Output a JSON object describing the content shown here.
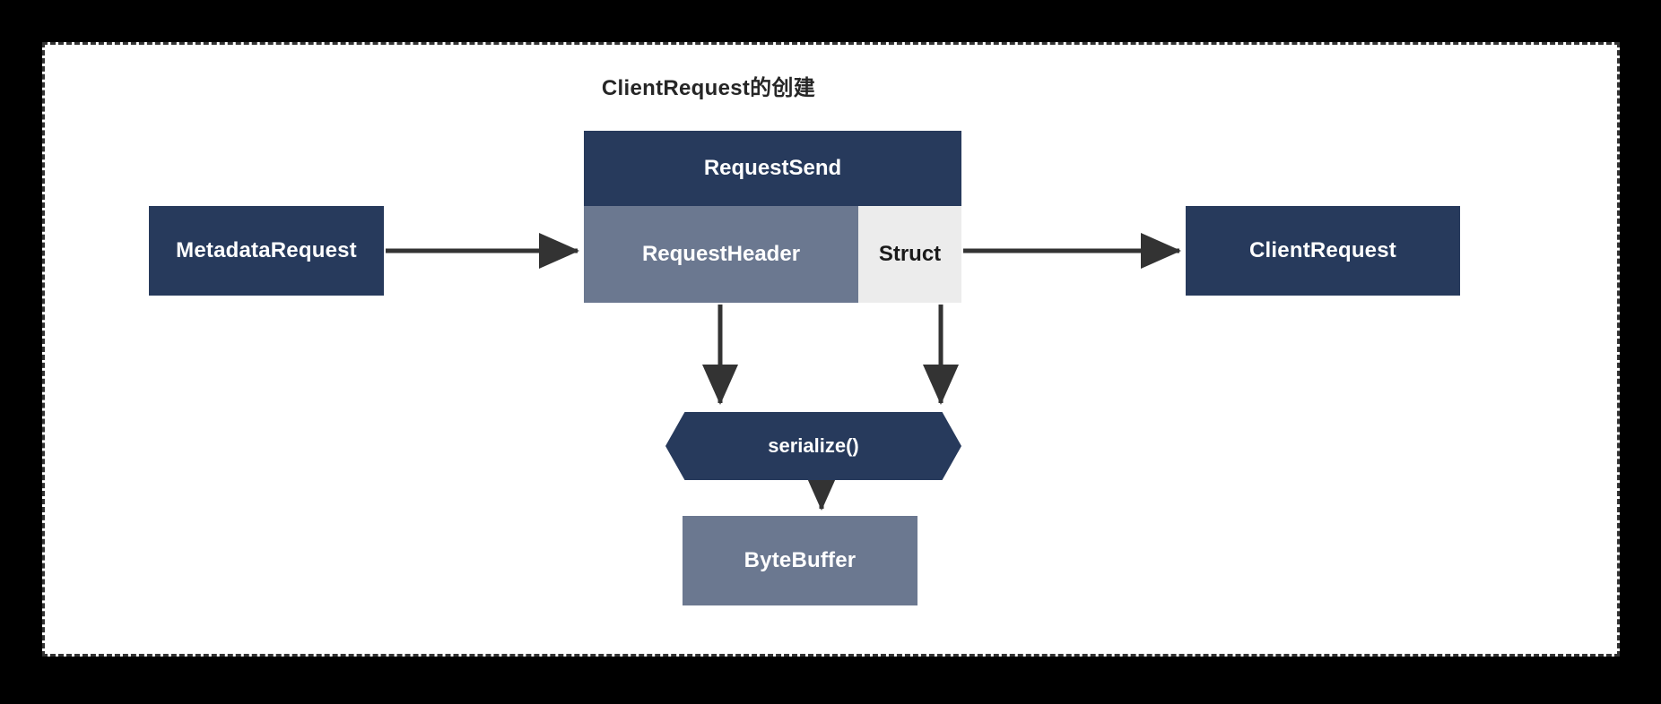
{
  "diagram": {
    "title": "ClientRequest的创建",
    "type": "flow-diagram",
    "canvas": {
      "background": "#ffffff",
      "border_style": "dashed",
      "border_color": "#333333",
      "outer_background": "#000000"
    },
    "palette": {
      "navy": "#273a5c",
      "slate": "#6b7890",
      "light_gray": "#ececec",
      "arrow": "#333333",
      "text_light": "#ffffff",
      "text_dark": "#1a1a1a"
    },
    "nodes": [
      {
        "id": "metadata-request",
        "label": "MetadataRequest",
        "shape": "rectangle",
        "fill": "#273a5c",
        "text_color": "#ffffff"
      },
      {
        "id": "request-send",
        "label": "RequestSend",
        "shape": "composite-rectangle",
        "fill": "#273a5c",
        "text_color": "#ffffff",
        "children": [
          {
            "id": "request-header",
            "label": "RequestHeader",
            "fill": "#6b7890",
            "text_color": "#ffffff"
          },
          {
            "id": "struct",
            "label": "Struct",
            "fill": "#ececec",
            "text_color": "#1a1a1a"
          }
        ]
      },
      {
        "id": "client-request",
        "label": "ClientRequest",
        "shape": "rectangle",
        "fill": "#273a5c",
        "text_color": "#ffffff"
      },
      {
        "id": "serialize",
        "label": "serialize()",
        "shape": "hexagon",
        "fill": "#273a5c",
        "text_color": "#ffffff"
      },
      {
        "id": "byte-buffer",
        "label": "ByteBuffer",
        "shape": "rectangle",
        "fill": "#6b7890",
        "text_color": "#ffffff"
      }
    ],
    "edges": [
      {
        "id": "edge-metadata-to-requestsend",
        "from": "metadata-request",
        "to": "request-send",
        "direction": "right",
        "label": ""
      },
      {
        "id": "edge-requestsend-to-clientrequest",
        "from": "request-send",
        "to": "client-request",
        "direction": "right",
        "label": ""
      },
      {
        "id": "edge-requestheader-to-serialize",
        "from": "request-header",
        "to": "serialize",
        "direction": "down",
        "label": ""
      },
      {
        "id": "edge-struct-to-serialize",
        "from": "struct",
        "to": "serialize",
        "direction": "down",
        "label": ""
      },
      {
        "id": "edge-serialize-to-bytebuffer",
        "from": "serialize",
        "to": "byte-buffer",
        "direction": "down",
        "label": ""
      }
    ]
  }
}
